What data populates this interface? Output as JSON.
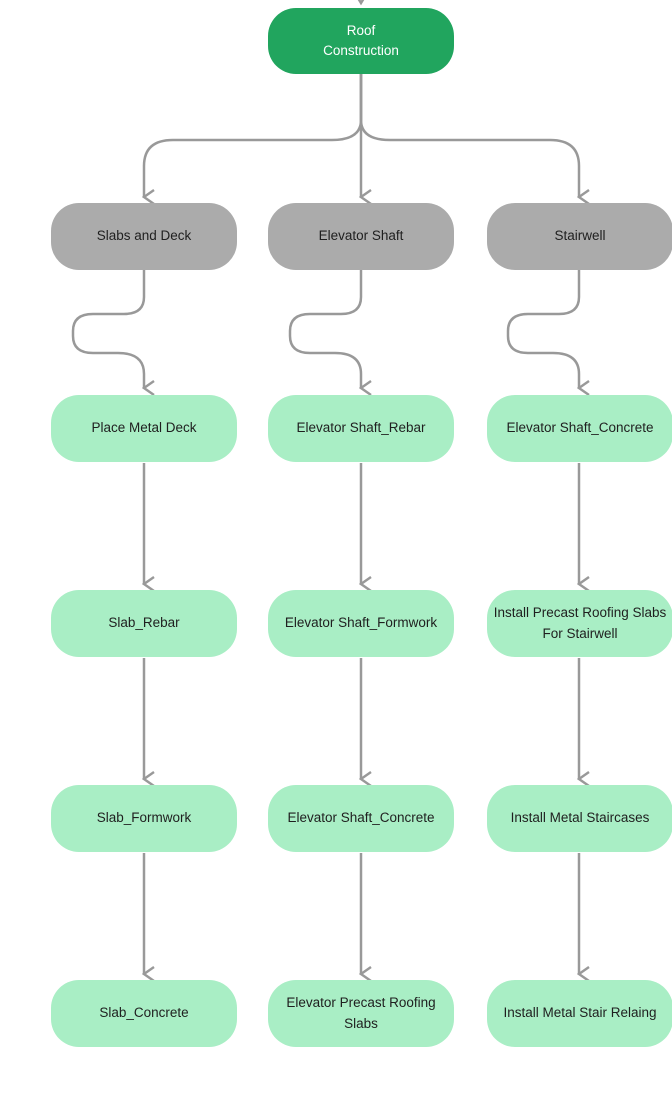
{
  "diagram": {
    "type": "flowchart",
    "direction": "top-down",
    "colors": {
      "root_fill": "#21a55e",
      "root_text": "#ffffff",
      "branch_fill": "#ababab",
      "task_fill": "#a9eec5",
      "task_text": "#1f1f1f",
      "edge": "#999999"
    },
    "nodes": {
      "root": {
        "label": "Roof Construction"
      },
      "branch1": {
        "label": "Slabs and Deck"
      },
      "branch2": {
        "label": "Elevator Shaft"
      },
      "branch3": {
        "label": "Stairwell"
      },
      "c1r3": {
        "label": "Place Metal Deck"
      },
      "c2r3": {
        "label": "Elevator Shaft_Rebar"
      },
      "c3r3": {
        "label": "Elevator Shaft_Concrete"
      },
      "c1r4": {
        "label": "Slab_Rebar"
      },
      "c2r4": {
        "label": "Elevator Shaft_Formwork"
      },
      "c3r4": {
        "label": "Install Precast Roofing Slabs For Stairwell"
      },
      "c1r5": {
        "label": "Slab_Formwork"
      },
      "c2r5": {
        "label": "Elevator Shaft_Concrete"
      },
      "c3r5": {
        "label": "Install Metal Staircases"
      },
      "c1r6": {
        "label": "Slab_Concrete"
      },
      "c2r6": {
        "label": "Elevator Precast Roofing Slabs"
      },
      "c3r6": {
        "label": "Install Metal Stair Relaing"
      }
    },
    "edges": [
      {
        "from": "Roof Construction",
        "to": "Slabs and Deck"
      },
      {
        "from": "Roof Construction",
        "to": "Elevator Shaft"
      },
      {
        "from": "Roof Construction",
        "to": "Stairwell"
      },
      {
        "from": "Slabs and Deck",
        "to": "Place Metal Deck"
      },
      {
        "from": "Place Metal Deck",
        "to": "Slab_Rebar"
      },
      {
        "from": "Slab_Rebar",
        "to": "Slab_Formwork"
      },
      {
        "from": "Slab_Formwork",
        "to": "Slab_Concrete"
      },
      {
        "from": "Elevator Shaft",
        "to": "Elevator Shaft_Rebar"
      },
      {
        "from": "Elevator Shaft_Rebar",
        "to": "Elevator Shaft_Formwork"
      },
      {
        "from": "Elevator Shaft_Formwork",
        "to": "Elevator Shaft_Concrete"
      },
      {
        "from": "Elevator Shaft_Concrete",
        "to": "Elevator Precast Roofing Slabs"
      },
      {
        "from": "Stairwell",
        "to": "Elevator Shaft_Concrete"
      },
      {
        "from": "Elevator Shaft_Concrete",
        "to": "Install Precast Roofing Slabs For Stairwell"
      },
      {
        "from": "Install Precast Roofing Slabs For Stairwell",
        "to": "Install Metal Staircases"
      },
      {
        "from": "Install Metal Staircases",
        "to": "Install Metal Stair Relaing"
      }
    ]
  }
}
